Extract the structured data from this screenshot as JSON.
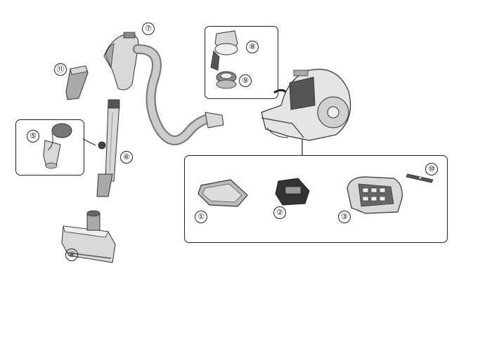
{
  "callouts": {
    "c1": "①",
    "c2": "②",
    "c3": "③",
    "c4": "④",
    "c5": "⑤",
    "c6": "⑥",
    "c7": "⑦",
    "c8": "⑧",
    "c9": "⑨",
    "c10": "⑩",
    "c11": "⑪"
  },
  "colors": {
    "line": "#222222",
    "fill_light": "#d8d8d8",
    "fill_mid": "#a9a9a9",
    "fill_dark": "#555555"
  }
}
